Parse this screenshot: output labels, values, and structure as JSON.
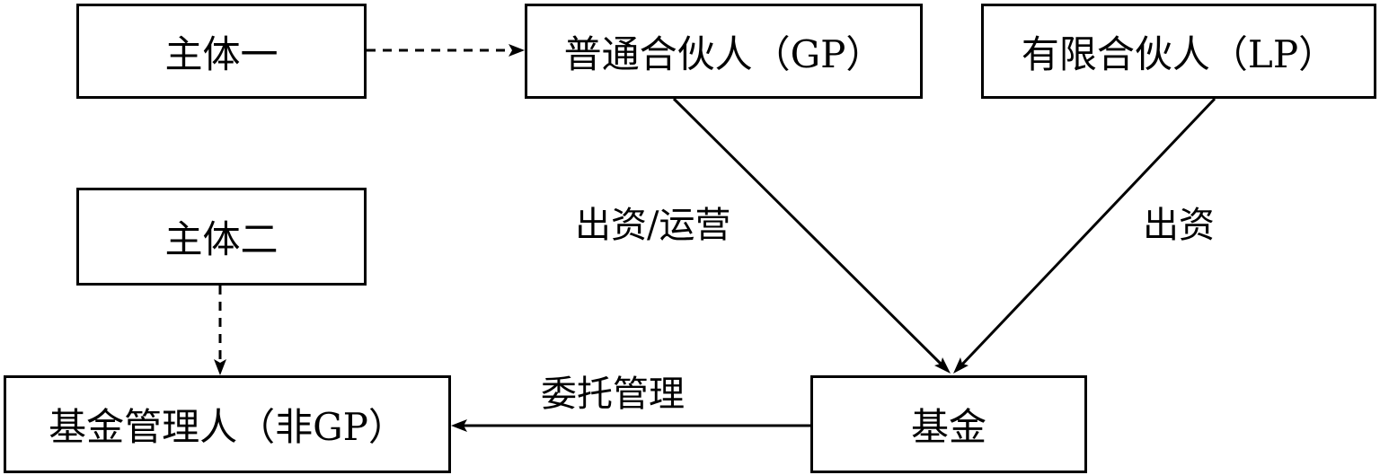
{
  "nodes": {
    "entity_one": "主体一",
    "gp": "普通合伙人（GP）",
    "lp": "有限合伙人（LP）",
    "entity_two": "主体二",
    "manager": "基金管理人（非GP）",
    "fund": "基金"
  },
  "edges": {
    "gp_to_fund": "出资/运营",
    "lp_to_fund": "出资",
    "fund_to_manager": "委托管理"
  },
  "colors": {
    "stroke": "#000000",
    "background": "#ffffff"
  }
}
